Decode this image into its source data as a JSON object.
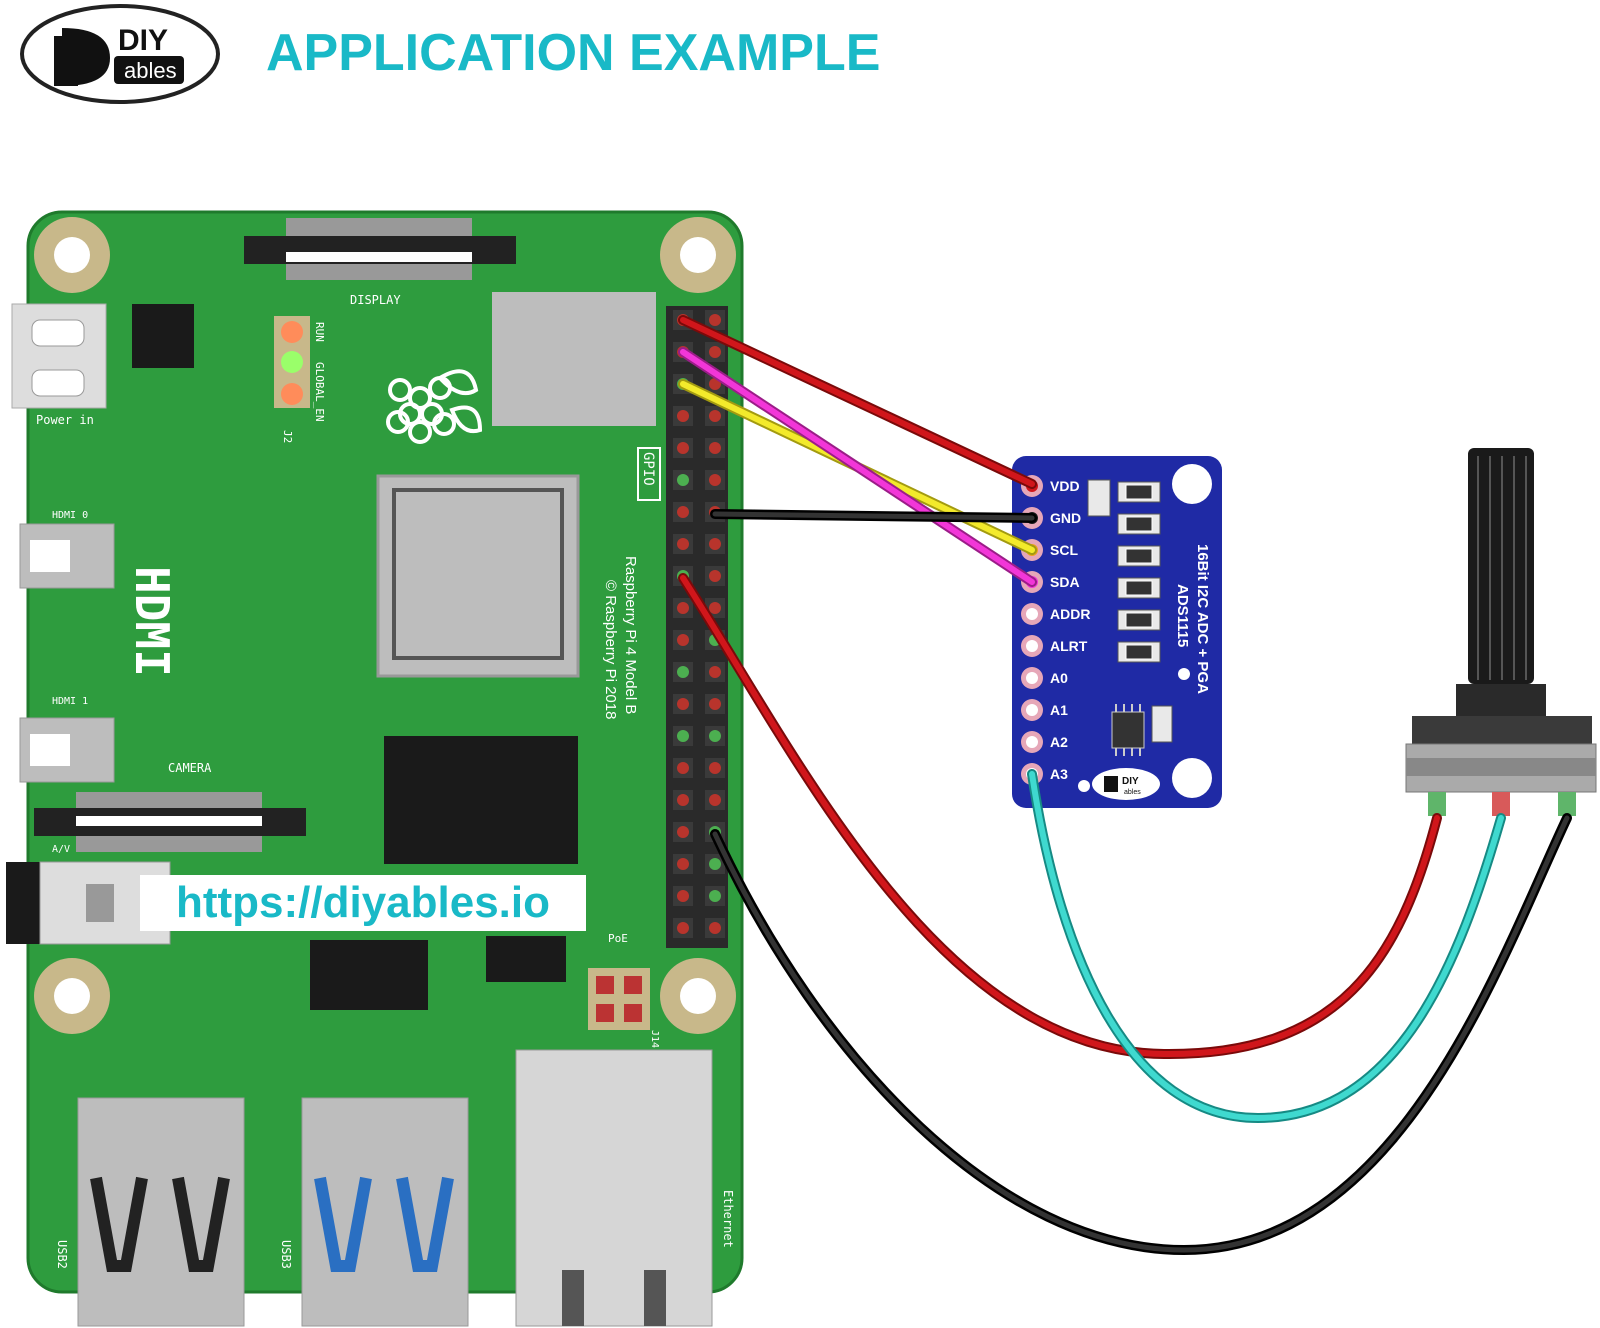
{
  "header": {
    "title": "APPLICATION EXAMPLE",
    "logo_text_top": "DIY",
    "logo_text_bottom": "ables"
  },
  "url_label": "https://diyables.io",
  "raspberry_pi": {
    "display_label": "DISPLAY",
    "camera_label": "CAMERA",
    "power_label": "Power in",
    "hdmi0_label": "HDMI 0",
    "hdmi1_label": "HDMI 1",
    "hdmi_big": "HDMI",
    "av_label": "A/V",
    "poe_label": "PoE",
    "j14_label": "J14",
    "gpio_label": "GPIO",
    "led_run": "RUN",
    "led_global": "GLOBAL_EN",
    "led_j2": "J2",
    "model_line1": "Raspberry Pi 4 Model B",
    "model_line2": "© Raspberry Pi 2018",
    "usb2_label": "USB2",
    "usb3_label": "USB3",
    "ethernet_label": "Ethernet"
  },
  "adc_module": {
    "title_line1": "16Bit I2C ADC + PGA",
    "title_line2": "ADS1115",
    "pins": [
      "VDD",
      "GND",
      "SCL",
      "SDA",
      "ADDR",
      "ALRT",
      "A0",
      "A1",
      "A2",
      "A3"
    ],
    "logo_top": "DIY",
    "logo_bottom": "ables"
  },
  "wires": [
    {
      "from": "Raspberry Pi 3.3V",
      "to": "ADS1115 VDD",
      "color": "#d0161b"
    },
    {
      "from": "Raspberry Pi SDA",
      "to": "ADS1115 SDA",
      "color": "#f236d8"
    },
    {
      "from": "Raspberry Pi SCL",
      "to": "ADS1115 SCL",
      "color": "#f3ea2b"
    },
    {
      "from": "Raspberry Pi GND",
      "to": "ADS1115 GND",
      "color": "#1a1a1a"
    },
    {
      "from": "Raspberry Pi 3.3V",
      "to": "Potentiometer VCC",
      "color": "#d0161b"
    },
    {
      "from": "ADS1115 A3",
      "to": "Potentiometer OUT",
      "color": "#3fd9cf"
    },
    {
      "from": "Raspberry Pi GND",
      "to": "Potentiometer GND",
      "color": "#1a1a1a"
    }
  ],
  "colors": {
    "accent": "#19b9c7",
    "pcb_green": "#2e9c3e",
    "adc_blue": "#1f2aa5"
  }
}
